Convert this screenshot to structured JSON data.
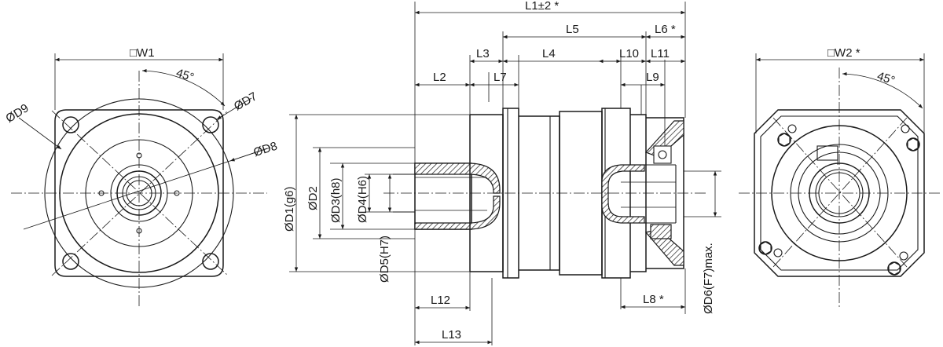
{
  "labels": {
    "W1": "□W1",
    "angle_left": "45°",
    "D9": "ØD9",
    "D7": "ØD7",
    "D8": "ØD8",
    "L1": "L1±2 *",
    "L2": "L2",
    "L3": "L3",
    "L4": "L4",
    "L5": "L5",
    "L6": "L6 *",
    "L7": "L7",
    "L8": "L8 *",
    "L9": "L9",
    "L10": "L10",
    "L11": "L11",
    "L12": "L12",
    "L13": "L13",
    "D1": "ØD1(g6)",
    "D2": "ØD2",
    "D3": "ØD3(h8)",
    "D4": "ØD4(H6)",
    "D5": "ØD5(H7)",
    "D6": "ØD6(F7)max.",
    "W2": "□W2 *",
    "angle_right": "45°"
  }
}
